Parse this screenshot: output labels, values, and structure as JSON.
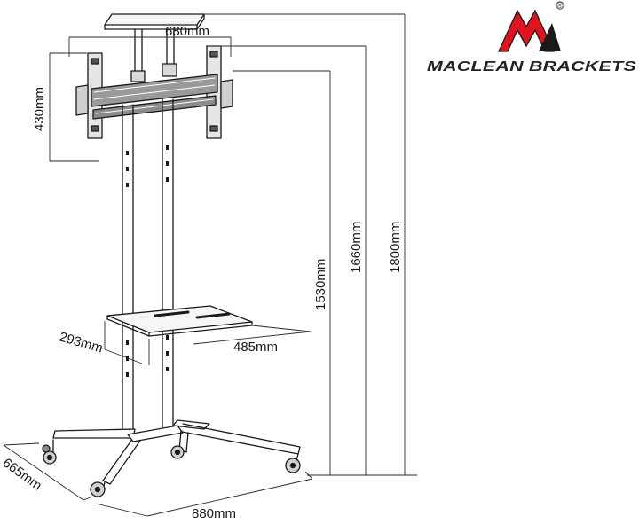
{
  "brand": {
    "name": "MACLEAN BRACKETS",
    "registered_mark": "®",
    "logo_color": "#e0141e",
    "logo_outline": "#1a1a1a"
  },
  "dimensions": {
    "top_width": "680mm",
    "vesa_height": "430mm",
    "height_min": "1530mm",
    "height_max": "1660mm",
    "total_height": "1800mm",
    "shelf_depth": "293mm",
    "shelf_width": "485mm",
    "base_depth": "665mm",
    "base_width": "880mm"
  }
}
